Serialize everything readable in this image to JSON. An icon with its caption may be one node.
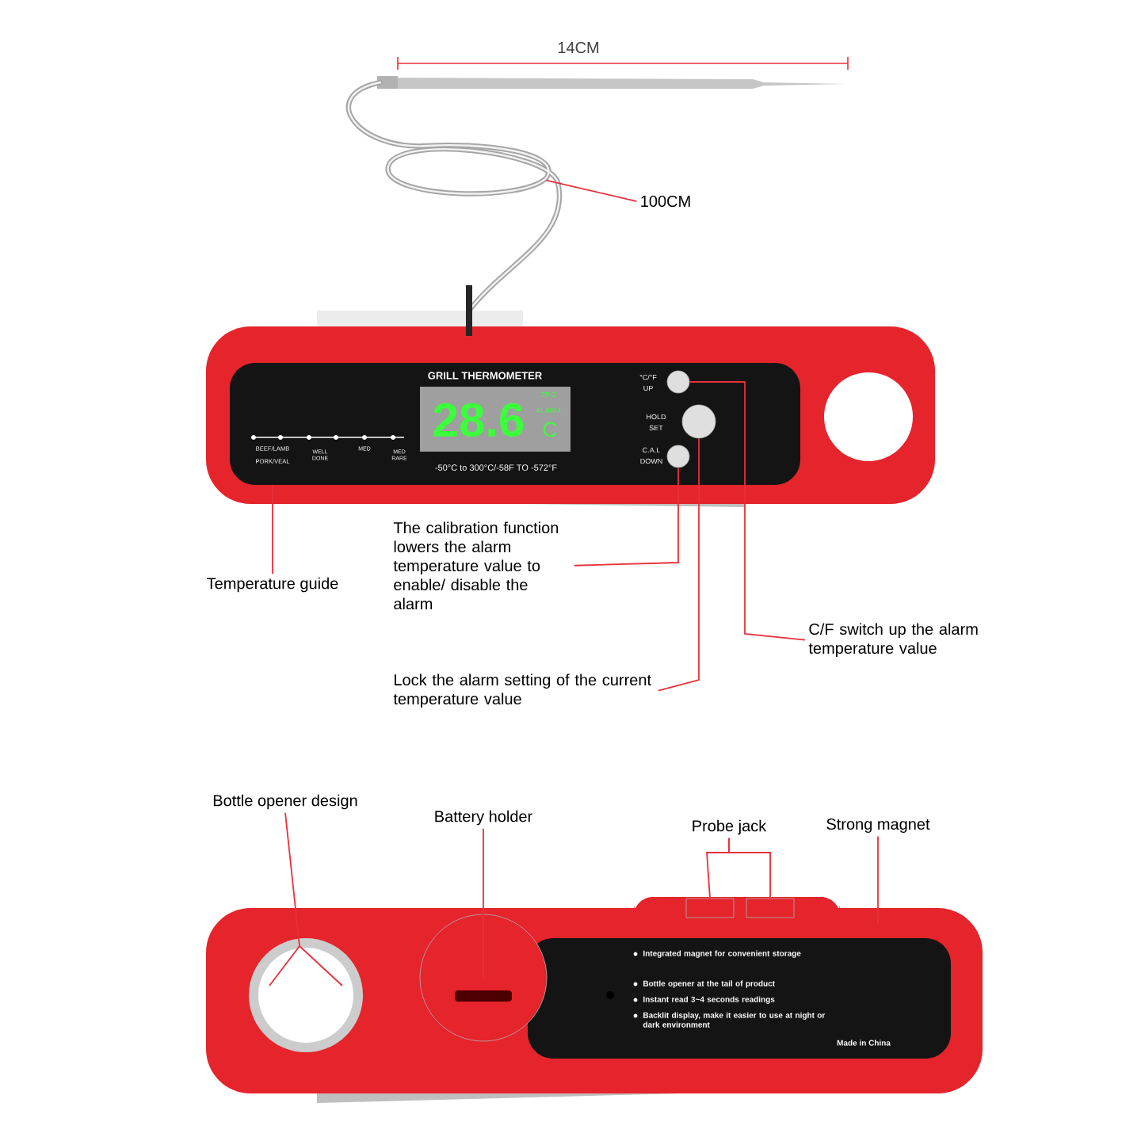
{
  "diagram": {
    "nodes": [
      {
        "text": [
          "100CM"
        ]
      },
      {
        "text": [
          "Temperature guide"
        ]
      },
      {
        "text": [
          "The calibration function lowers the alarm temperature value to enable/ disable the alarm"
        ]
      },
      {
        "text": [
          "C/F switch up the alarm temperature value"
        ]
      },
      {
        "text": [
          "Lock the alarm setting of the current temperature value"
        ]
      },
      {
        "text": [
          "Bottle opener design"
        ]
      },
      {
        "text": [
          "Battery holder"
        ]
      },
      {
        "text": [
          "Probe jack"
        ]
      },
      {
        "text": [
          "Strong magnet"
        ]
      },
      {
        "text": [],
        "shape": "circle",
        "beside": [
          "°C/°F",
          "UP"
        ]
      },
      {
        "text": [],
        "shape": "circle",
        "beside": [
          "HOLD",
          "SET"
        ]
      },
      {
        "text": [],
        "shape": "circle",
        "beside": [
          "C.A.L",
          "DOWN"
        ]
      },
      {
        "text": [],
        "shape": "circle"
      },
      {
        "text": [],
        "shape": "box"
      },
      {
        "text": [],
        "shape": "box"
      },
      {
        "text": [],
        "shape": "picture"
      }
    ],
    "edges": [
      {
        "from": 0,
        "to": 15,
        "arrow": "none"
      },
      {
        "from": 1,
        "to": null,
        "arrow": "none"
      },
      {
        "from": 2,
        "to": 11,
        "arrow": "none"
      },
      {
        "from": 4,
        "to": 10,
        "arrow": "none"
      },
      {
        "from": 3,
        "to": 9,
        "arrow": "none"
      },
      {
        "from": 5,
        "to": null,
        "arrow": "none"
      },
      {
        "from": 6,
        "to": 12,
        "arrow": "none"
      },
      {
        "from": 7,
        "to": 13,
        "arrow": "none"
      },
      {
        "from": 7,
        "to": 14,
        "arrow": "none"
      },
      {
        "from": 8,
        "to": null,
        "arrow": "none"
      }
    ],
    "labels": [
      "14CM",
      "GRILL THERMOMETER",
      "28.6",
      "C",
      "TP 2",
      "ALARM",
      "-50°C  to 300°C/-58F TO -572°F",
      "BEEF/LAMB",
      "PORK/VEAL",
      "WELL DONE",
      "MED",
      "MED RARE",
      "Integrated magnet for convenient storage",
      "Bottle opener at the tail of product",
      "Instant read 3~4 seconds readings",
      "Backlit display, make it easier to use at night or dark environment",
      "Made in China"
    ]
  }
}
